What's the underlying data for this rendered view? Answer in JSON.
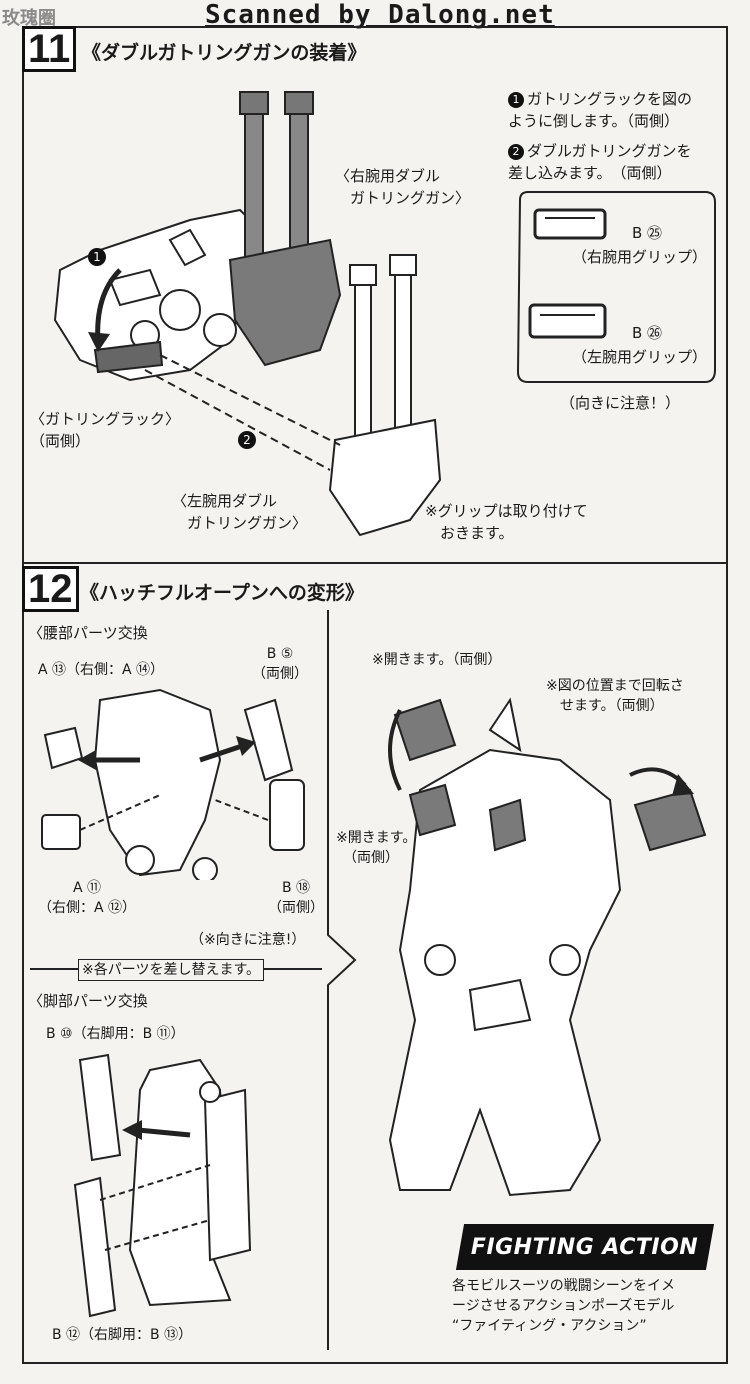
{
  "watermark": {
    "scanned": "Scanned by Dalong.net",
    "corner_logo": "玫瑰圈"
  },
  "step11": {
    "number": "11",
    "title": "《ダブルガトリングガンの装着》",
    "instructions": [
      {
        "num": "1",
        "text": "ガトリングラックを図の\nように倒します。（両側）"
      },
      {
        "num": "2",
        "text": "ダブルガトリングガンを\n差し込みます。　（両側）"
      }
    ],
    "labels": {
      "right_gun": "〈右腕用ダブル\n　ガトリングガン〉",
      "rack": "〈ガトリングラック〉\n（両側）",
      "left_gun": "〈左腕用ダブル\n　ガトリングガン〉",
      "grip_note": "※グリップは取り付けて\n　おきます。",
      "b25": "B ㉕",
      "b25_sub": "（右腕用グリップ）",
      "b26": "B ㉖",
      "b26_sub": "（左腕用グリップ）",
      "orientation": "（向きに注意！）",
      "marker1": "1",
      "marker2": "2"
    }
  },
  "step12": {
    "number": "12",
    "title": "《ハッチフルオープンへの変形》",
    "waist": {
      "heading": "〈腰部パーツ交換",
      "a13": "A ⑬（右側：A ⑭）",
      "b5": "B ⑤\n（両側）",
      "a11": "A ⑪\n（右側：A ⑫）",
      "b18": "B ⑱\n（両側）",
      "note": "（※向きに注意!）"
    },
    "replace_note": "※各パーツを差し替えます。",
    "legs": {
      "heading": "〈脚部パーツ交換",
      "b10": "B ⑩（右脚用：B ⑪）",
      "b12": "B ⑫（右脚用：B ⑬）"
    },
    "right": {
      "open_top": "※開きます。（両側）",
      "rotate": "※図の位置まで回転さ\n　せます。（両側）",
      "open_side": "※開きます。\n　（両側）"
    },
    "fighting": {
      "banner": "FIGHTING ACTION",
      "desc": "各モビルスーツの戦闘シーンをイメ\nージさせるアクションポーズモデル\n“ファイティング・アクション”"
    }
  }
}
